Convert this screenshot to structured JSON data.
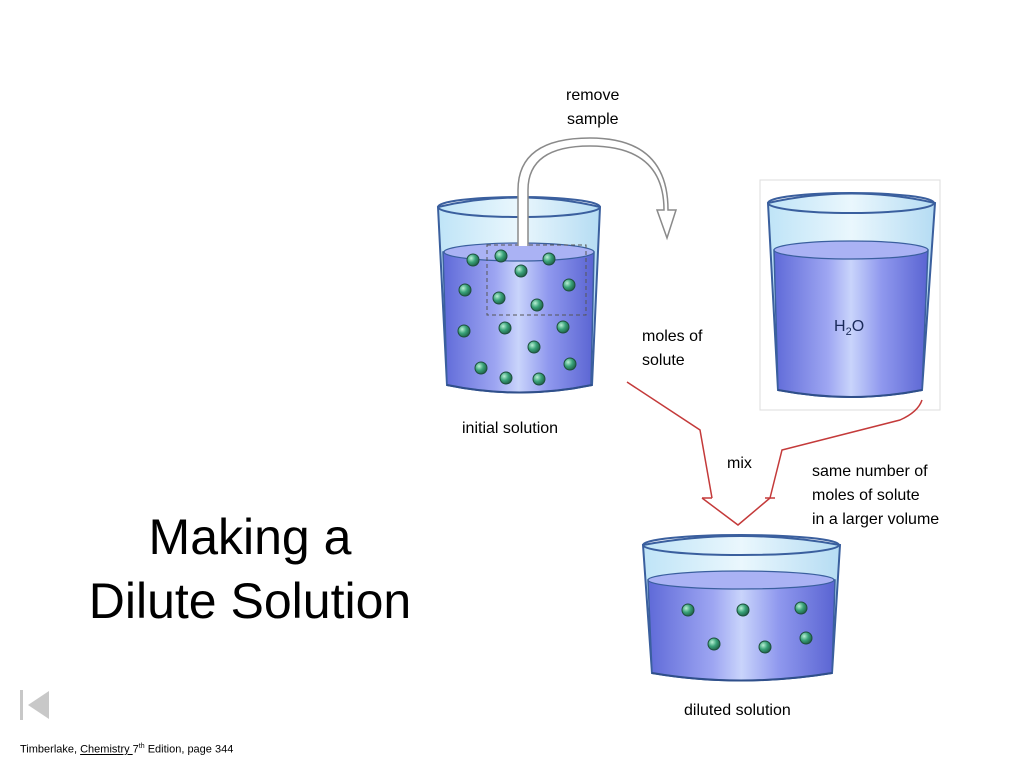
{
  "title": {
    "line1": "Making a",
    "line2": "Dilute Solution"
  },
  "labels": {
    "remove_sample_1": "remove",
    "remove_sample_2": "sample",
    "moles_of_solute_1": "moles of",
    "moles_of_solute_2": "solute",
    "initial_solution": "initial solution",
    "mix": "mix",
    "same_number_1": "same number of",
    "same_number_2": "moles of solute",
    "same_number_3": "in a larger volume",
    "diluted_solution": "diluted solution",
    "water_formula_h": "H",
    "water_formula_sub": "2",
    "water_formula_o": "O"
  },
  "footer": {
    "author": "Timberlake, ",
    "book": "Chemistry ",
    "edition_num": "7",
    "edition_sup": "th",
    "rest": " Edition, page 344"
  },
  "icons": {
    "nav": "first-slide-icon"
  },
  "colors": {
    "liquid": "#7d86e6",
    "glass_outline": "#3a5f9e",
    "particle": "#3aa37a",
    "mix_arrow": "#c43a3a",
    "sample_arrow": "#8a8a8a"
  }
}
